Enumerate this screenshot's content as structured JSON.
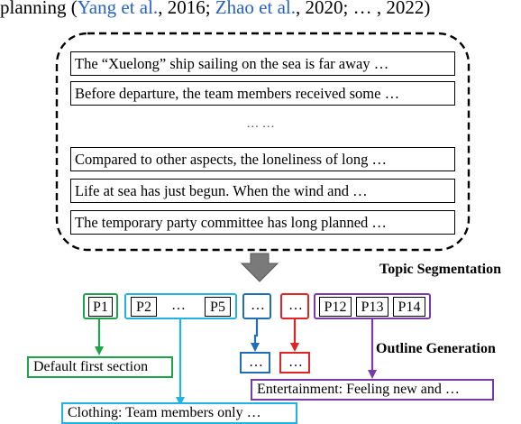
{
  "top_line": {
    "prefix": "planning (",
    "citation": "Yang et al.",
    "middle": ", 2016; ",
    "suffix": ", 2020; … , 2022)"
  },
  "paragraphs": [
    "The “Xuelong” ship sailing on the sea is far away …",
    "Before departure, the team members received some …",
    "Compared to other aspects, the loneliness of long …",
    "Life at sea has just begun. When the wind and …",
    "The temporary party committee has long planned …"
  ],
  "paragraph_ellipsis": "… …",
  "labels": {
    "topic_segmentation": "Topic Segmentation",
    "outline_generation": "Outline Generation"
  },
  "segments": {
    "p1": "P1",
    "p2": "P2",
    "p2_ellipsis": "…",
    "p5": "P5",
    "blue_ellipsis": "…",
    "red_ellipsis": "…",
    "p12": "P12",
    "p13": "P13",
    "p14": "P14"
  },
  "outlines": {
    "default": "Default first section",
    "clothing": "Clothing: Team members only …",
    "blue": "…",
    "red": "…",
    "entertainment": "Entertainment: Feeling new and …"
  },
  "colors": {
    "green": "#1fa34a",
    "cyan": "#22b2e4",
    "blue": "#1f6fb8",
    "red": "#e02424",
    "purple": "#7a3aa8",
    "arrow_gray": "#7a7a7a"
  }
}
